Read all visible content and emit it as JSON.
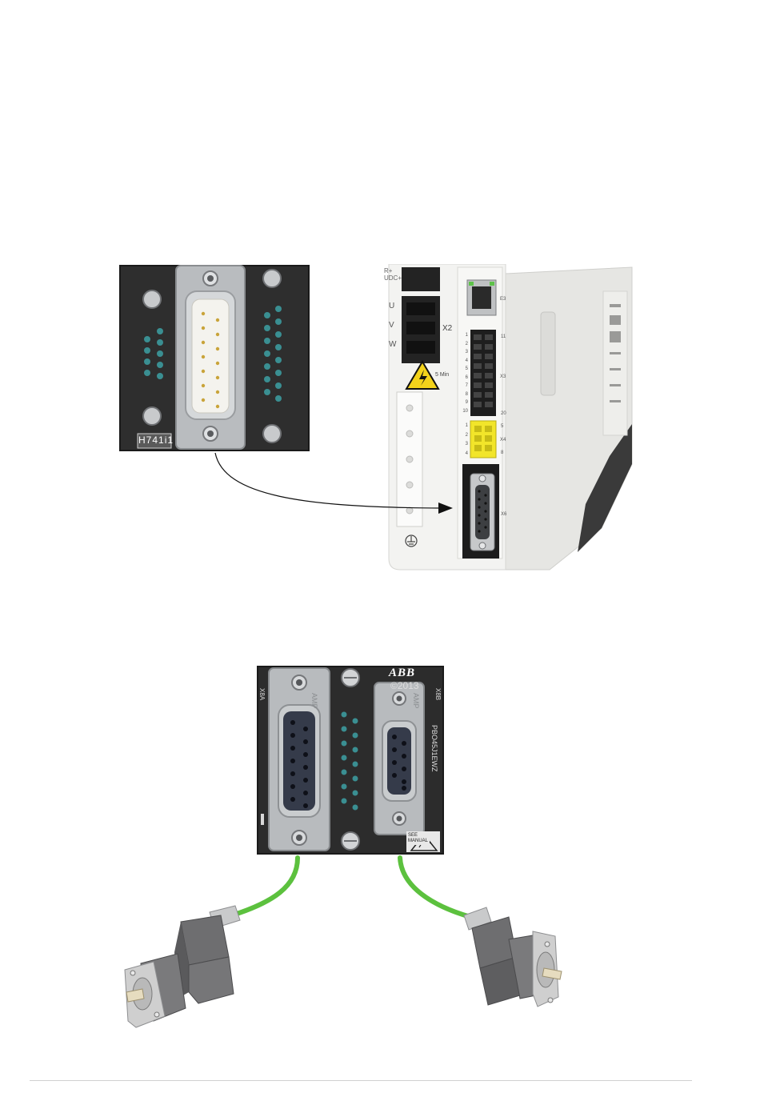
{
  "adapter_top": {
    "label": "H741i1"
  },
  "drive": {
    "terminal_labels": [
      "R+",
      "UDC+",
      "U",
      "V",
      "W",
      "X2",
      "E3",
      "X3",
      "X4",
      "X6",
      "5 Min"
    ],
    "x3_pins": [
      "1",
      "2",
      "3",
      "4",
      "5",
      "6",
      "7",
      "8",
      "9",
      "10"
    ],
    "x3_pins_right": [
      "11",
      "20"
    ],
    "x4_pins": [
      "1",
      "2",
      "3",
      "4"
    ],
    "x4_pins_right": [
      "5",
      "8"
    ]
  },
  "adapter_bottom": {
    "brand": "ABB",
    "year": "©2013",
    "connector_a": "X8A",
    "connector_b": "X8B",
    "connector_mark_a": "AMP",
    "connector_mark_b": "AMP",
    "board_code": "PBO45J1EWZ",
    "notice_line1": "SEE",
    "notice_line2": "MANUAL"
  },
  "colors": {
    "cable": "#5cc13e",
    "pcb": "#2b2b2b",
    "drive_body": "#f0f0ee",
    "yellow_terminal": "#f2e52a",
    "motor": "#6e6e70"
  },
  "icons": [
    "high-voltage-warning-icon",
    "ground-symbol-icon",
    "esd-warning-icon"
  ]
}
